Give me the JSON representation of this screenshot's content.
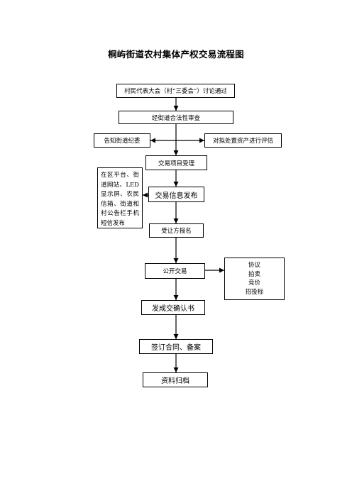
{
  "title": "桐屿街道农村集体产权交易流程图",
  "steps": {
    "s1": "村民代表大会（村“三委会”）讨论通过",
    "s2": "经街道合法性审查",
    "left_notice": "告知街道纪委",
    "right_assess": "对拟处置资产进行评估",
    "s3": "交易项目受理",
    "s4": "交易信息发布",
    "s5": "受让方报名",
    "s6": "公开交易",
    "s7": "发成交确认书",
    "s8": "签订合同、备案",
    "s9": "资料归档"
  },
  "publish_note": "在区平台、街道网站、LED显示屏、农民信箱、街道和村公告栏手机短信发布",
  "trade_methods": [
    "协议",
    "拍卖",
    "竞价",
    "招投标"
  ]
}
